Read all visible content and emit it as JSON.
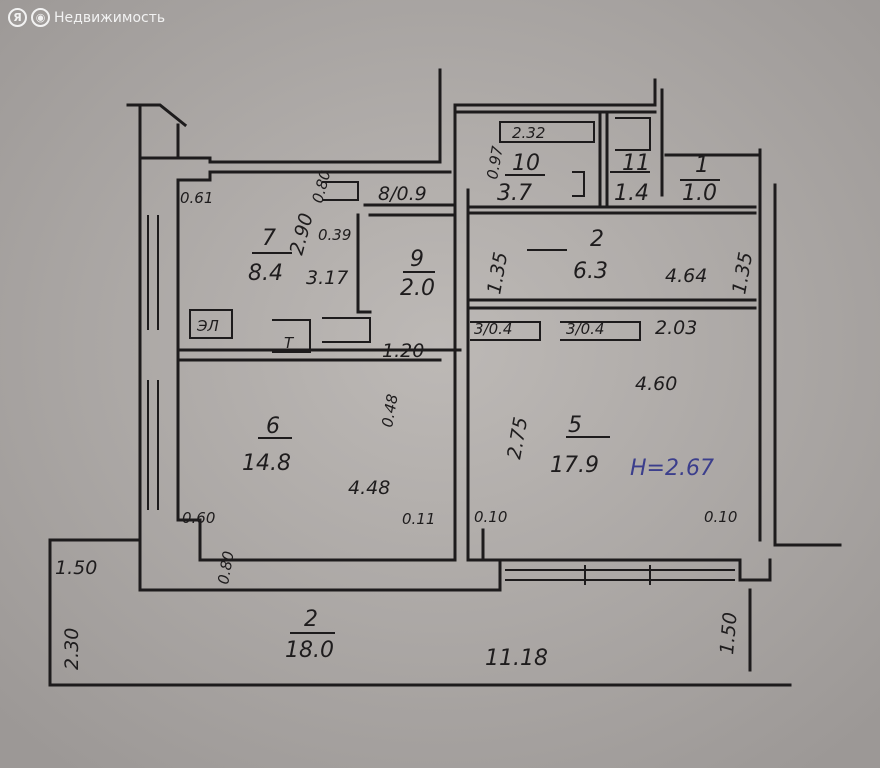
{
  "watermark": {
    "logo_letter": "Я",
    "brand": "Недвижимость"
  },
  "rooms": [
    {
      "no": "7",
      "area": "8.4"
    },
    {
      "no": "9",
      "area": "2.0"
    },
    {
      "no": "10",
      "area": "3.7"
    },
    {
      "no": "11",
      "area": "1.4"
    },
    {
      "no": "1",
      "area": "1.0"
    },
    {
      "no": "2",
      "area": "6.3"
    },
    {
      "no": "6",
      "area": "14.8"
    },
    {
      "no": "5",
      "area": "17.9"
    },
    {
      "no": "2",
      "area": "18.0"
    },
    {
      "label": "8/0.9"
    },
    {
      "label": "3/0.4"
    },
    {
      "label": "3/0.4"
    }
  ],
  "dimensions": [
    "0.61",
    "2.90",
    "0.80",
    "0.39",
    "3.17",
    "2.32",
    "0.97",
    "1.35",
    "1.35",
    "4.64",
    "2.03",
    "1.20",
    "4.60",
    "0.48",
    "2.75",
    "4.48",
    "0.60",
    "0.80",
    "0.11",
    "0.10",
    "0.10",
    "1.50",
    "2.30",
    "11.18",
    "1.50"
  ],
  "ceiling_height": "H=2.67",
  "fixtures": {
    "stove": "ЭЛ",
    "t": "Т"
  }
}
